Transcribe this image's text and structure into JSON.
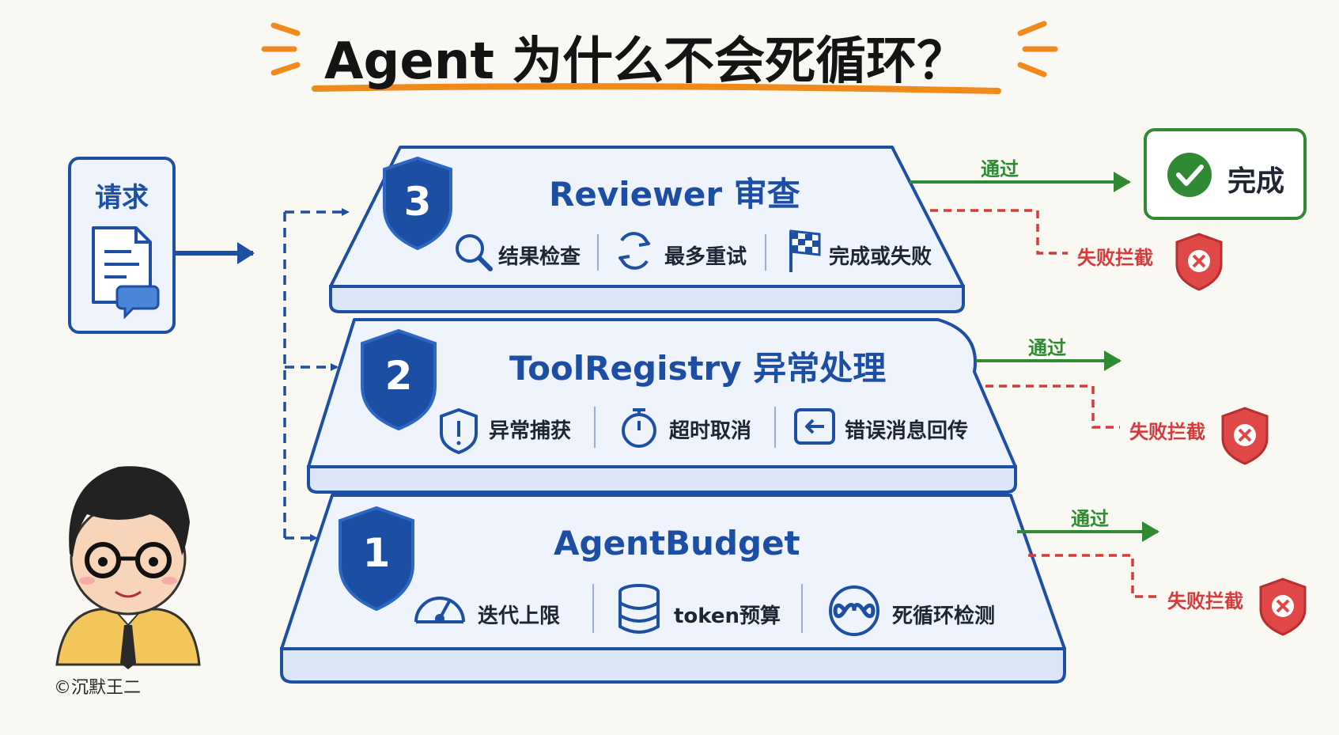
{
  "title": "Agent 为什么不会死循环？",
  "request": {
    "label": "请求"
  },
  "tiers": [
    {
      "number": "3",
      "title": "Reviewer 审查",
      "features": [
        {
          "icon": "search-icon",
          "label": "结果检查"
        },
        {
          "icon": "refresh-icon",
          "label": "最多重试"
        },
        {
          "icon": "checkered-flag-icon",
          "label": "完成或失败"
        }
      ],
      "pass_label": "通过",
      "fail_label": "失败拦截"
    },
    {
      "number": "2",
      "title": "ToolRegistry 异常处理",
      "features": [
        {
          "icon": "shield-alert-icon",
          "label": "异常捕获"
        },
        {
          "icon": "stopwatch-icon",
          "label": "超时取消"
        },
        {
          "icon": "arrow-back-icon",
          "label": "错误消息回传"
        }
      ],
      "pass_label": "通过",
      "fail_label": "失败拦截"
    },
    {
      "number": "1",
      "title": "AgentBudget",
      "features": [
        {
          "icon": "gauge-icon",
          "label": "迭代上限"
        },
        {
          "icon": "database-icon",
          "label": "token预算"
        },
        {
          "icon": "infinity-icon",
          "label": "死循环检测"
        }
      ],
      "pass_label": "通过",
      "fail_label": "失败拦截"
    }
  ],
  "done": {
    "label": "完成"
  },
  "copyright": "©沉默王二",
  "colors": {
    "primary_blue": "#1c4ea4",
    "tier_fill": "#eef3fc",
    "pass_green": "#2f8a33",
    "fail_red": "#d63b3b",
    "title_underline": "#f08a1c"
  }
}
